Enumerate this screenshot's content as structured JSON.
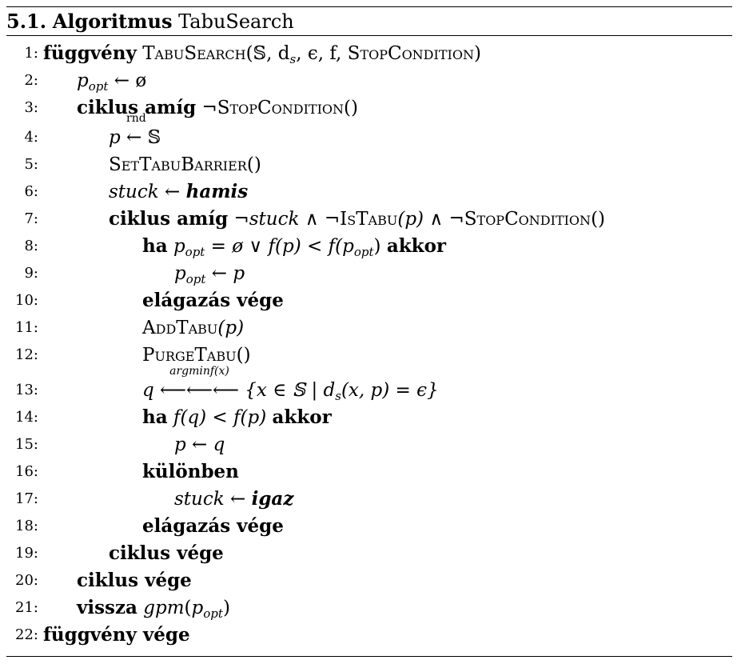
{
  "caption": {
    "number": "5.1.",
    "word": "Algoritmus",
    "name": "TabuSearch"
  },
  "lines": [
    {
      "n": "1:",
      "indent": 0
    },
    {
      "n": "2:",
      "indent": 1
    },
    {
      "n": "3:",
      "indent": 1
    },
    {
      "n": "4:",
      "indent": 2
    },
    {
      "n": "5:",
      "indent": 2
    },
    {
      "n": "6:",
      "indent": 2
    },
    {
      "n": "7:",
      "indent": 2
    },
    {
      "n": "8:",
      "indent": 3
    },
    {
      "n": "9:",
      "indent": 4
    },
    {
      "n": "10:",
      "indent": 3
    },
    {
      "n": "11:",
      "indent": 3
    },
    {
      "n": "12:",
      "indent": 3
    },
    {
      "n": "13:",
      "indent": 3
    },
    {
      "n": "14:",
      "indent": 3
    },
    {
      "n": "15:",
      "indent": 4
    },
    {
      "n": "16:",
      "indent": 3
    },
    {
      "n": "17:",
      "indent": 4
    },
    {
      "n": "18:",
      "indent": 3
    },
    {
      "n": "19:",
      "indent": 2
    },
    {
      "n": "20:",
      "indent": 1
    },
    {
      "n": "21:",
      "indent": 1
    },
    {
      "n": "22:",
      "indent": 0
    }
  ],
  "kw": {
    "fuggveny": "függvény",
    "ciklus_amig": "ciklus amíg",
    "ha": "ha",
    "akkor": "akkor",
    "elagazas_vege": "elágazás vége",
    "kulonben": "különben",
    "ciklus_vege": "ciklus vége",
    "vissza": "vissza",
    "fuggveny_vege": "függvény vége",
    "hamis": "hamis",
    "igaz": "igaz"
  },
  "fn": {
    "tabusearch": "TabuSearch",
    "stopcondition": "StopCondition",
    "settabubarrier": "SetTabuBarrier",
    "istabu": "IsTabu",
    "addtabu": "AddTabu",
    "purgetabu": "PurgeTabu"
  },
  "sym": {
    "p": "p",
    "q": "q",
    "opt": "opt",
    "stuck": "stuck",
    "rnd": "rnd",
    "argmin": "argminf(x)",
    "gpm": "gpm",
    "set_S": "𝕊",
    "empty": "ø"
  },
  "frag": {
    "l1_args": "(𝕊, d",
    "l1_args2": ", ϵ, f, ",
    "l1_close": ")",
    "s": "s",
    "arrow": "←",
    "l3_neg": "¬",
    "l3_paren": "()",
    "l7_and1": " ∧ ¬",
    "l7_and2": " ∧ ¬",
    "l7_parenp": "(p)",
    "l8_mid": " = ø ∨ f(p) < f(",
    "l8_close": ")",
    "l13_set": " {x ∈ 𝕊 | d",
    "l13_end": "(x, p) = ϵ}",
    "l14_cond": " f(q) < f(p) ",
    "l21_open": "(",
    "l21_close": ")"
  }
}
